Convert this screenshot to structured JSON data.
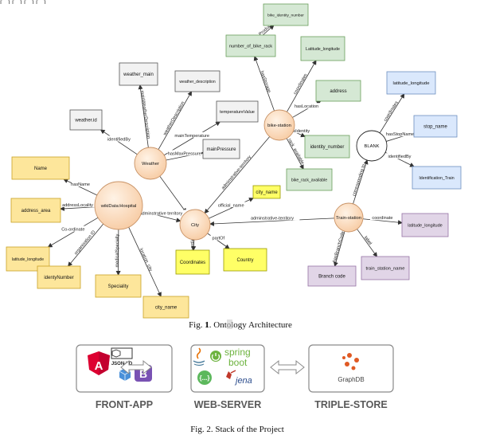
{
  "top_fragment": "[...] [...] [...] [...]",
  "figure1": {
    "caption_prefix": "Fig. ",
    "caption_highlight": "1",
    "caption_suffix": ". Ontology Architecture",
    "hubs": [
      {
        "id": "weather",
        "label": "Weather"
      },
      {
        "id": "hospital",
        "label": "wikiData:Hospital"
      },
      {
        "id": "city",
        "label": "City"
      },
      {
        "id": "bike",
        "label": "bike-station"
      },
      {
        "id": "train",
        "label": "Train-station"
      },
      {
        "id": "blank",
        "label": "BLANK"
      }
    ],
    "boxes": [
      {
        "id": "weather_id",
        "label": "weather.id",
        "fill": "#f2f2f2",
        "stroke": "#555555"
      },
      {
        "id": "weather_main",
        "label": "weather_main",
        "fill": "#f2f2f2",
        "stroke": "#555555"
      },
      {
        "id": "weather_desc",
        "label": "weather_description",
        "fill": "#f2f2f2",
        "stroke": "#555555"
      },
      {
        "id": "temp",
        "label": "temperatureValue",
        "fill": "#f2f2f2",
        "stroke": "#555555"
      },
      {
        "id": "pressure",
        "label": "mainPressure",
        "fill": "#f2f2f2",
        "stroke": "#555555"
      },
      {
        "id": "name",
        "label": "Name",
        "fill": "#fde69b",
        "stroke": "#c9a227"
      },
      {
        "id": "address_area",
        "label": "address_area",
        "fill": "#fde69b",
        "stroke": "#c9a227"
      },
      {
        "id": "lat_long_h",
        "label": "latitude_longitude",
        "fill": "#fde69b",
        "stroke": "#c9a227"
      },
      {
        "id": "identy",
        "label": "identyNumber",
        "fill": "#fde69b",
        "stroke": "#c9a227"
      },
      {
        "id": "speciality",
        "label": "Speciality",
        "fill": "#fde69b",
        "stroke": "#c9a227"
      },
      {
        "id": "city_name_h",
        "label": "city_name",
        "fill": "#fde69b",
        "stroke": "#c9a227"
      },
      {
        "id": "coordinates",
        "label": "Coordinates",
        "fill": "#ffff66",
        "stroke": "#999900"
      },
      {
        "id": "country",
        "label": "Country",
        "fill": "#ffff66",
        "stroke": "#999900"
      },
      {
        "id": "city_name_c",
        "label": "city_name",
        "fill": "#ffff66",
        "stroke": "#999900"
      },
      {
        "id": "bike_id",
        "label": "bike_identity_number",
        "fill": "#d5e8d4",
        "stroke": "#6a9f5b"
      },
      {
        "id": "num_rack",
        "label": "number_of_bike_rack",
        "fill": "#d5e8d4",
        "stroke": "#6a9f5b"
      },
      {
        "id": "lat_long_b",
        "label": "Latitude_longitude",
        "fill": "#d5e8d4",
        "stroke": "#6a9f5b"
      },
      {
        "id": "address",
        "label": "address",
        "fill": "#d5e8d4",
        "stroke": "#6a9f5b"
      },
      {
        "id": "identity_number",
        "label": "identity_number",
        "fill": "#d5e8d4",
        "stroke": "#6a9f5b"
      },
      {
        "id": "bike_rack_avail",
        "label": "bike_rack_available",
        "fill": "#d5e8d4",
        "stroke": "#6a9f5b"
      },
      {
        "id": "lat_long_blank",
        "label": "latitude_longitude",
        "fill": "#dae8fc",
        "stroke": "#6c8ebf"
      },
      {
        "id": "stop_name",
        "label": "stop_name",
        "fill": "#dae8fc",
        "stroke": "#6c8ebf"
      },
      {
        "id": "ident_train",
        "label": "Identification_Train",
        "fill": "#dae8fc",
        "stroke": "#6c8ebf"
      },
      {
        "id": "lat_long_t",
        "label": "latitude_longitude",
        "fill": "#e1d5e7",
        "stroke": "#9673a6"
      },
      {
        "id": "branch",
        "label": "Branch code",
        "fill": "#e1d5e7",
        "stroke": "#9673a6"
      },
      {
        "id": "train_name",
        "label": "train_station_name",
        "fill": "#e1d5e7",
        "stroke": "#9673a6"
      }
    ],
    "edges": [
      {
        "from": "weather",
        "to": "weather_id",
        "label": "identifiedBy"
      },
      {
        "from": "weather",
        "to": "weather_main",
        "label": "mainWeatherDescription"
      },
      {
        "from": "weather",
        "to": "weather_desc",
        "label": "weatherDescription"
      },
      {
        "from": "weather",
        "to": "temp",
        "label": "mainTemperature"
      },
      {
        "from": "weather",
        "to": "pressure",
        "label": "hasMaxPressure"
      },
      {
        "from": "weather",
        "to": "city",
        "label": ""
      },
      {
        "from": "hospital",
        "to": "name",
        "label": "hasName"
      },
      {
        "from": "hospital",
        "to": "address_area",
        "label": "addressLocality"
      },
      {
        "from": "hospital",
        "to": "lat_long_h",
        "label": "Co-ordinate"
      },
      {
        "from": "hospital",
        "to": "identy",
        "label": "organisation ID"
      },
      {
        "from": "hospital",
        "to": "speciality",
        "label": "medicalSpecialty"
      },
      {
        "from": "hospital",
        "to": "city_name_h",
        "label": "location_city"
      },
      {
        "from": "hospital",
        "to": "city",
        "label": "adminstrative territory"
      },
      {
        "from": "city",
        "to": "coordinates",
        "label": "co-ordinate"
      },
      {
        "from": "city",
        "to": "country",
        "label": "partOf"
      },
      {
        "from": "city",
        "to": "city_name_c",
        "label": "official_name"
      },
      {
        "from": "bike",
        "to": "city",
        "label": "adminstrative-territory"
      },
      {
        "from": "bike",
        "to": "num_rack",
        "label": "hasStorage"
      },
      {
        "from": "bike",
        "to": "lat_long_b",
        "label": "coordinates"
      },
      {
        "from": "bike",
        "to": "address",
        "label": "hasLocation"
      },
      {
        "from": "bike",
        "to": "identity_number",
        "label": "hasIdentity"
      },
      {
        "from": "bike",
        "to": "bike_rack_avail",
        "label": "rack_available"
      },
      {
        "from": "num_rack",
        "to": "bike_id",
        "label": "Product_id"
      },
      {
        "from": "train",
        "to": "city",
        "label": "adminstrative-territory"
      },
      {
        "from": "train",
        "to": "blank",
        "label": "corresponding to"
      },
      {
        "from": "train",
        "to": "lat_long_t",
        "label": "coordinate"
      },
      {
        "from": "train",
        "to": "branch",
        "label": "hasBranchCode"
      },
      {
        "from": "train",
        "to": "train_name",
        "label": "label"
      },
      {
        "from": "blank",
        "to": "lat_long_blank",
        "label": "coordinates"
      },
      {
        "from": "blank",
        "to": "stop_name",
        "label": "hasStopName"
      },
      {
        "from": "blank",
        "to": "ident_train",
        "label": "identifiedBy"
      }
    ]
  },
  "figure2": {
    "caption": "Fig. 2. Stack of the Project",
    "groups": [
      {
        "id": "front",
        "label": "FRONT-APP",
        "logos": [
          "angular-logo",
          "json-ld-logo",
          "bootstrap-logo",
          "box-logo"
        ]
      },
      {
        "id": "web",
        "label": "WEB-SERVER",
        "logos": [
          "java-logo",
          "spring-boot-logo",
          "braces-logo",
          "jena-logo"
        ]
      },
      {
        "id": "triple",
        "label": "TRIPLE-STORE",
        "logos": [
          "graphdb-logo"
        ]
      }
    ],
    "logo_text": {
      "angular": "A",
      "jsonld": "JSON-LD",
      "bootstrap": "B",
      "spring": "spring",
      "boot": "boot",
      "jena": "jena",
      "braces": "{...}",
      "graphdb": "GraphDB"
    },
    "colors": {
      "angular": "#dd0031",
      "bootstrap": "#7952b3",
      "spring": "#6db33f",
      "graphdb": "#e05a24",
      "box_stroke": "#888888",
      "label": "#595959"
    }
  }
}
